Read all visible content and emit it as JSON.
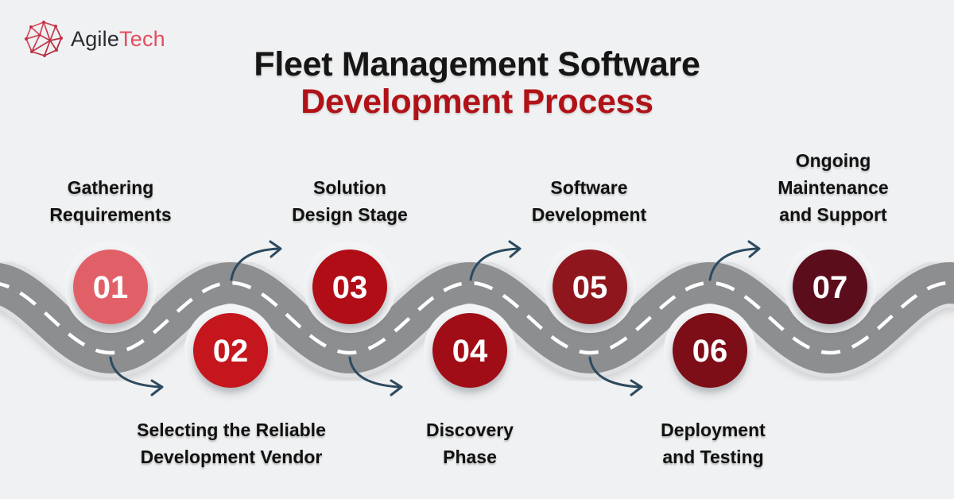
{
  "background": "#f0f1f2",
  "logo": {
    "icon": "polygon-sphere-icon",
    "text_dark": "Agile",
    "text_accent": "Tech",
    "dark_color": "#2b2b30",
    "accent_color": "#e44d5e"
  },
  "title": {
    "line1": "Fleet Management Software",
    "line2": "Development Process",
    "line1_color": "#151515",
    "line2_color": "#b01217"
  },
  "road": {
    "surface_color": "#8d8e90",
    "edge_color": "#dfe0e3",
    "dash_color": "#ffffff",
    "halo_color": "#f3f4f6",
    "arrow_color": "#2c4a5f"
  },
  "steps": [
    {
      "number": "01",
      "lines": [
        "Gathering",
        "Requirements"
      ],
      "color": "#e16168",
      "position": "top"
    },
    {
      "number": "02",
      "lines": [
        "Selecting the Reliable",
        "Development Vendor"
      ],
      "color": "#c4161f",
      "position": "bottom"
    },
    {
      "number": "03",
      "lines": [
        "Solution",
        "Design Stage"
      ],
      "color": "#b00e15",
      "position": "top"
    },
    {
      "number": "04",
      "lines": [
        "Discovery",
        "Phase"
      ],
      "color": "#a10e13",
      "position": "bottom"
    },
    {
      "number": "05",
      "lines": [
        "Software",
        "Development"
      ],
      "color": "#8e171e",
      "position": "top"
    },
    {
      "number": "06",
      "lines": [
        "Deployment",
        "and Testing"
      ],
      "color": "#7d1013",
      "position": "bottom"
    },
    {
      "number": "07",
      "lines": [
        "Ongoing",
        "Maintenance",
        "and Support"
      ],
      "color": "#5b0b1c",
      "position": "top"
    }
  ]
}
